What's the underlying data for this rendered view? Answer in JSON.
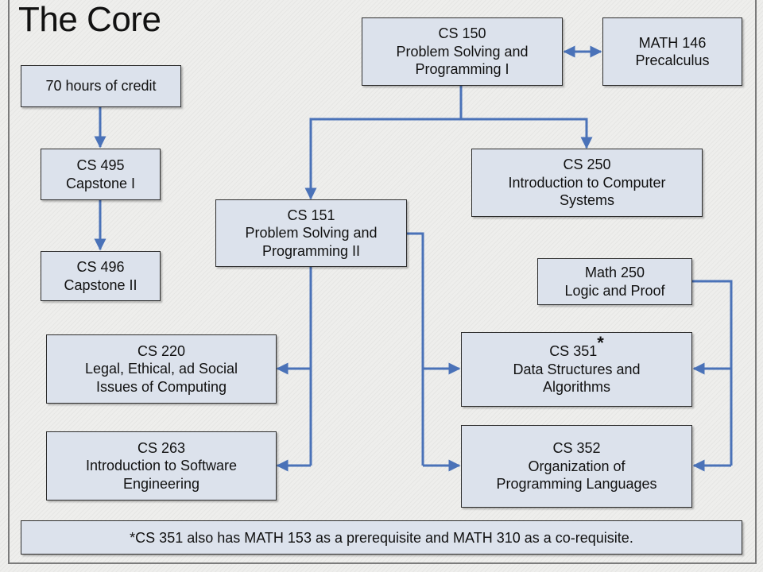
{
  "title": "The Core",
  "colors": {
    "box_fill": "#dce2ec",
    "connector": "#4a72b8",
    "border": "#2d2d2d"
  },
  "boxes": {
    "credit": {
      "line1": "70 hours of credit"
    },
    "cs495": {
      "code": "CS 495",
      "name": "Capstone I"
    },
    "cs496": {
      "code": "CS 496",
      "name": "Capstone II"
    },
    "cs150": {
      "code": "CS 150",
      "line1": "Problem Solving and",
      "line2": "Programming I"
    },
    "math146": {
      "code": "MATH 146",
      "name": "Precalculus"
    },
    "cs250": {
      "code": "CS 250",
      "line1": "Introduction to Computer",
      "line2": "Systems"
    },
    "cs151": {
      "code": "CS 151",
      "line1": "Problem Solving and",
      "line2": "Programming II"
    },
    "math250": {
      "code": "Math 250",
      "name": "Logic and Proof"
    },
    "cs220": {
      "code": "CS 220",
      "line1": "Legal, Ethical, ad Social",
      "line2": "Issues of Computing"
    },
    "cs351": {
      "code": "CS 351",
      "marker": "*",
      "line1": "Data Structures and",
      "line2": "Algorithms"
    },
    "cs263": {
      "code": "CS 263",
      "line1": "Introduction to Software",
      "line2": "Engineering"
    },
    "cs352": {
      "code": "CS 352",
      "line1": "Organization of",
      "line2": "Programming Languages"
    }
  },
  "footnote": "*CS 351 also has MATH 153 as a prerequisite and MATH 310 as a co-requisite."
}
